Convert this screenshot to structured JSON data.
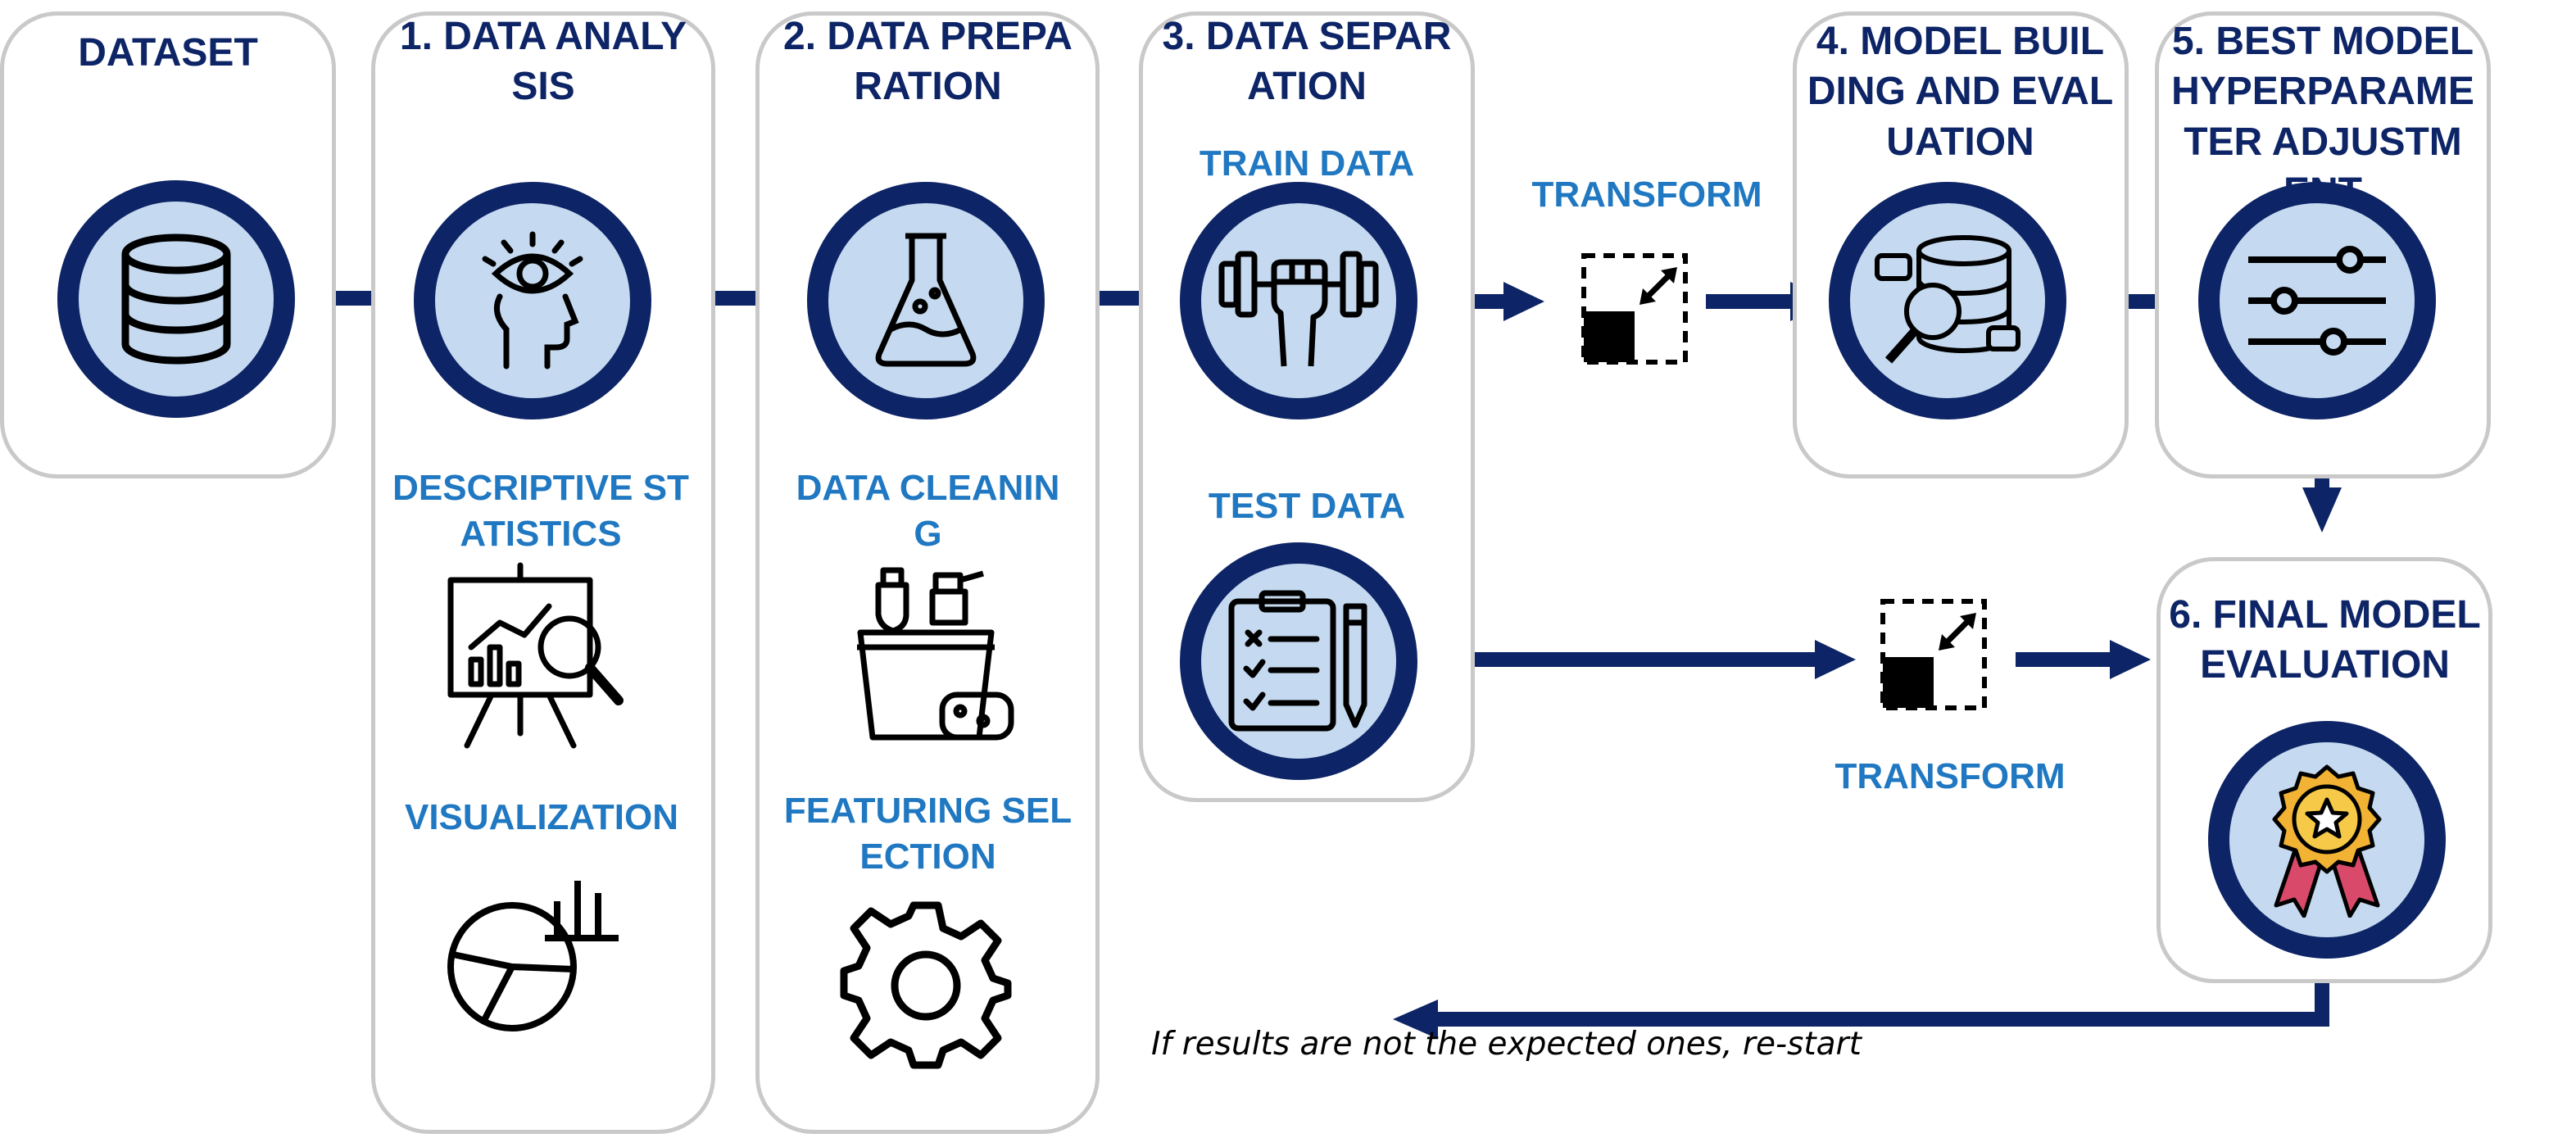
{
  "colors": {
    "navy": "#0d2466",
    "circle_fill": "#c5daf0",
    "box_border": "#c9c9c9",
    "blue_label": "#1f78c1"
  },
  "stages": {
    "dataset": {
      "title": "DATASET",
      "icon": "database-icon"
    },
    "analysis": {
      "title": "1.   DATA ANALYSIS",
      "icon": "eye-head-icon",
      "sub1": {
        "label": "DESCRIPTIVE STATISTICS",
        "icon": "presentation-board-magnifier-icon"
      },
      "sub2": {
        "label": "VISUALIZATION",
        "icon": "pie-chart-bars-icon"
      }
    },
    "preparation": {
      "title": "2. DATA PREPARATION",
      "icon": "flask-icon",
      "sub1": {
        "label": "DATA CLEANING",
        "icon": "cleaning-supplies-icon"
      },
      "sub2": {
        "label": "FEATURING SELECTION",
        "icon": "gear-icon"
      }
    },
    "separation": {
      "title": "3. DATA SEPARATION",
      "train_label": "TRAIN DATA",
      "train_icon": "dumbbell-fist-icon",
      "test_label": "TEST DATA",
      "test_icon": "checklist-clipboard-icon"
    },
    "building": {
      "title": "4. MODEL BUILDING AND EVALUATION",
      "icon": "database-magnifier-icon"
    },
    "hyper": {
      "title": "5. BEST MODEL HYPERPARAMETER ADJUSTMENT",
      "icon": "sliders-icon"
    },
    "final": {
      "title": "6. FINAL MODEL EVALUATION",
      "icon": "award-medal-icon"
    }
  },
  "transforms": {
    "top": {
      "label": "TRANSFORM",
      "icon": "resize-transform-icon"
    },
    "bottom": {
      "label": "TRANSFORM",
      "icon": "resize-transform-icon"
    }
  },
  "loop_note": "If results are not the expected ones, re-start"
}
